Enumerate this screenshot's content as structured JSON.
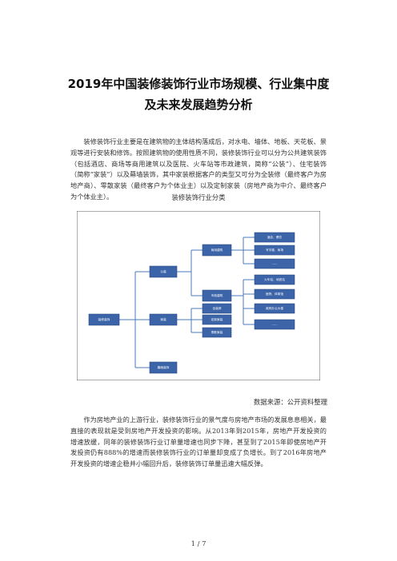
{
  "document": {
    "title_line1": "2019年中国装修装饰行业市场规模、行业集中度",
    "title_line2": "及未来发展趋势分析",
    "paragraph1": "装修装饰行业主要是在建筑物的主体结构落成后，对水电、墙体、地板、天花板、景观等进行安装和修饰。按照建筑物的使用性质不同，装修装饰行业可以分为公共建筑装饰（包括酒店、商场等商用建筑以及医院、火车站等市政建筑，简称“公装”）、住宅装饰（简称“家装”）以及幕墙装饰，其中家装根据客户的类型又可分为全装修（最终客户为房地产商）、零散家装（最终客户为个体业主）以及定制家装（房地产商为中介、最终客户为个体业主）。",
    "figure_caption": "装修装饰行业分类",
    "source_note": "数据来源：公开资料整理",
    "paragraph2": "作为房地产业的上游行业，装修装饰行业的景气度与房地产市场的发展息息相关，最直接的表现就是受到房地产开发投资的影响。从2013年到2015年，房地产开发投资的增速放缓，同年的装修装饰行业订单量增速也同步下降，甚至到了2015年即使房地产开发投资仍有888%的增速而装修装饰行业的订单量却变成了负增长。到了2016年房地产开发投资的增速企稳并小幅回升后，装修装饰订单量迅速大幅反弹。",
    "page_number": "1 / 7"
  },
  "diagram": {
    "root": "装修装饰",
    "level1": [
      "公装",
      "家装",
      "幕墙装饰"
    ],
    "public": [
      "商用建筑",
      "市政建筑"
    ],
    "commercial": [
      "酒店、餐饮",
      "写字楼、商场",
      "……"
    ],
    "municipal": [
      "火车站、地铁站",
      "医院、体育馆",
      "政府办公大楼",
      "……"
    ],
    "home": [
      "全装修",
      "定制家装",
      "零散家装"
    ]
  }
}
